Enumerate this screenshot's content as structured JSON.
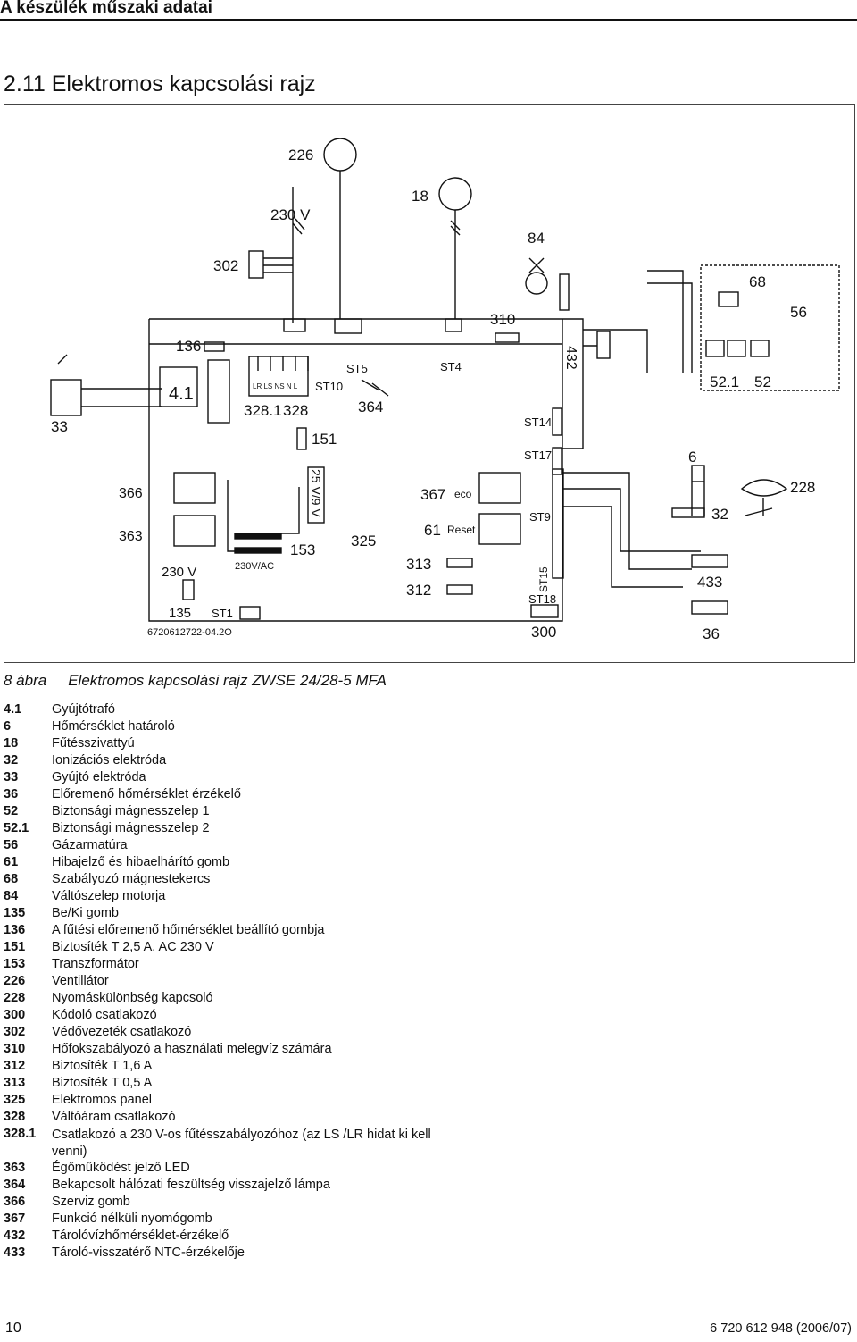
{
  "header": {
    "title": "A készülék műszaki adatai"
  },
  "section": {
    "title": "2.11  Elektromos kapcsolási rajz"
  },
  "diagram": {
    "labels": {
      "l226": "226",
      "l18": "18",
      "l230v_top": "230 V",
      "l302": "302",
      "l84": "84",
      "l68": "68",
      "l56": "56",
      "l310": "310",
      "l432": "432",
      "l136": "136",
      "l41": "4.1",
      "l3281": "328.1",
      "l328": "328",
      "lst10": "ST10",
      "lst5": "ST5",
      "lst4": "ST4",
      "l364": "364",
      "l33": "33",
      "l521": "52.1",
      "l52": "52",
      "l151": "151",
      "lst14": "ST14",
      "lst17": "ST17",
      "l6": "6",
      "l366": "366",
      "l25v": "25 V/9 V",
      "l367": "367",
      "leco": "eco",
      "lst9": "ST9",
      "l228": "228",
      "l363": "363",
      "l153": "153",
      "l325": "325",
      "l61": "61",
      "lreset": "Reset",
      "l32": "32",
      "l230v_ac": "230V/AC",
      "l313": "313",
      "l230v_left": "230 V",
      "l312": "312",
      "lst15": "ST15",
      "lst18": "ST18",
      "l433": "433",
      "l135": "135",
      "lst1": "ST1",
      "lpart": "6720612722-04.2O",
      "l300": "300",
      "l36": "36",
      "lpins": "LR LS NS N      L"
    }
  },
  "caption": {
    "number": "8 ábra",
    "text": "Elektromos kapcsolási rajz ZWSE 24/28-5 MFA"
  },
  "legend": [
    {
      "code": "4.1",
      "desc": "Gyújtótrafó"
    },
    {
      "code": "6",
      "desc": "Hőmérséklet határoló"
    },
    {
      "code": "18",
      "desc": "Fűtésszivattyú"
    },
    {
      "code": "32",
      "desc": "Ionizációs elektróda"
    },
    {
      "code": "33",
      "desc": "Gyújtó elektróda"
    },
    {
      "code": "36",
      "desc": "Előremenő hőmérséklet érzékelő"
    },
    {
      "code": "52",
      "desc": "Biztonsági mágnesszelep 1"
    },
    {
      "code": "52.1",
      "desc": "Biztonsági mágnesszelep 2"
    },
    {
      "code": "56",
      "desc": "Gázarmatúra"
    },
    {
      "code": "61",
      "desc": "Hibajelző és hibaelhárító gomb"
    },
    {
      "code": "68",
      "desc": "Szabályozó mágnestekercs"
    },
    {
      "code": "84",
      "desc": "Váltószelep motorja"
    },
    {
      "code": "135",
      "desc": "Be/Ki gomb"
    },
    {
      "code": "136",
      "desc": "A fűtési előremenő hőmérséklet beállító gombja"
    },
    {
      "code": "151",
      "desc": "Biztosíték T 2,5 A, AC 230 V"
    },
    {
      "code": "153",
      "desc": "Transzformátor"
    },
    {
      "code": "226",
      "desc": "Ventillátor"
    },
    {
      "code": "228",
      "desc": "Nyomáskülönbség kapcsoló"
    },
    {
      "code": "300",
      "desc": "Kódoló csatlakozó"
    },
    {
      "code": "302",
      "desc": "Védővezeték csatlakozó"
    },
    {
      "code": "310",
      "desc": "Hőfokszabályozó a használati melegvíz számára"
    },
    {
      "code": "312",
      "desc": "Biztosíték T 1,6 A"
    },
    {
      "code": "313",
      "desc": "Biztosíték T 0,5 A"
    },
    {
      "code": "325",
      "desc": "Elektromos panel"
    },
    {
      "code": "328",
      "desc": "Váltóáram csatlakozó"
    },
    {
      "code": "328.1",
      "desc": "Csatlakozó a 230 V-os fűtésszabályozóhoz (az LS /LR hidat ki kell venni)"
    },
    {
      "code": "363",
      "desc": "Égőműködést jelző LED"
    },
    {
      "code": "364",
      "desc": "Bekapcsolt hálózati feszültség visszajelző lámpa"
    },
    {
      "code": "366",
      "desc": "Szerviz gomb"
    },
    {
      "code": "367",
      "desc": "Funkció nélküli nyomógomb"
    },
    {
      "code": "432",
      "desc": "Tárolóvízhőmérséklet-érzékelő"
    },
    {
      "code": "433",
      "desc": "Tároló-visszatérő NTC-érzékelője"
    }
  ],
  "footer": {
    "page": "10",
    "doc_id": "6 720 612 948 (2006/07)"
  }
}
